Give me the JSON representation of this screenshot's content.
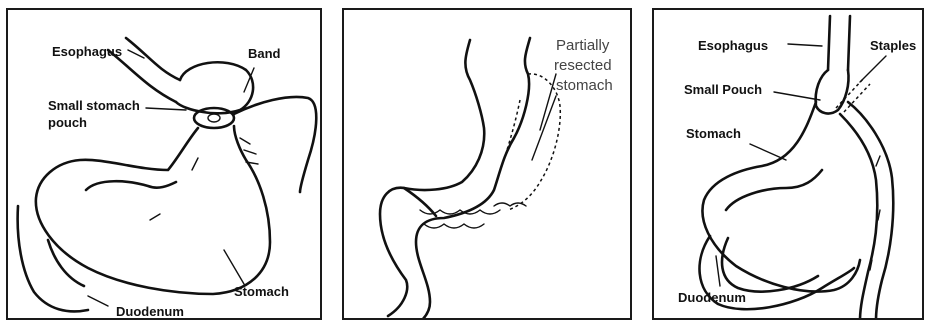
{
  "panels": [
    {
      "id": "gastric-band",
      "labels": {
        "esophagus": "Esophagus",
        "band": "Band",
        "small_pouch_line1": "Small stomach",
        "small_pouch_line2": "pouch",
        "stomach": "Stomach",
        "duodenum": "Duodenum"
      }
    },
    {
      "id": "sleeve-gastrectomy",
      "labels": {
        "resected_line1": "Partially",
        "resected_line2": "resected",
        "resected_line3": "stomach"
      }
    },
    {
      "id": "gastric-bypass",
      "labels": {
        "esophagus": "Esophagus",
        "staples": "Staples",
        "small_pouch": "Small Pouch",
        "stomach": "Stomach",
        "duodenum": "Duodenum"
      }
    }
  ]
}
